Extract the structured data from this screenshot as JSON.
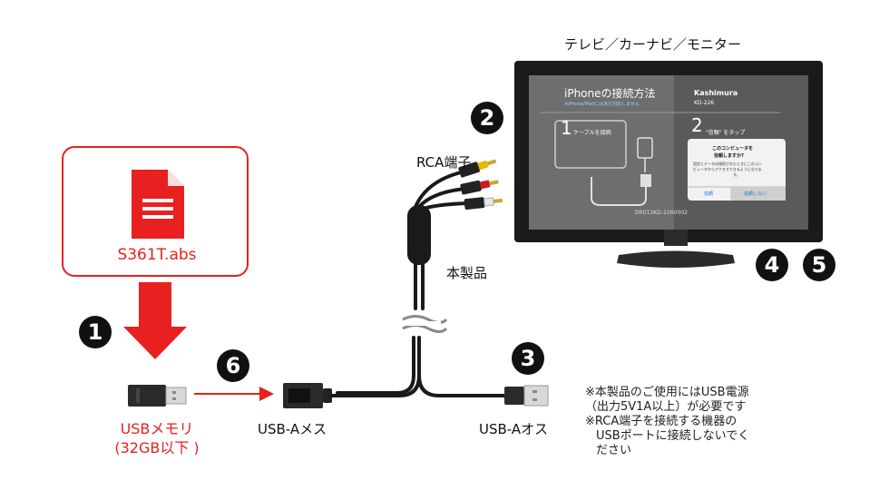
{
  "file": {
    "name": "S361T.abs",
    "icon": "document-icon"
  },
  "usb_memory": {
    "line1": "USBメモリ",
    "line2": "(32GB以下 )"
  },
  "labels": {
    "usb_a_female": "USB-Aメス",
    "usb_a_male": "USB-Aオス",
    "rca": "RCA端子",
    "product": "本製品",
    "tv_title": "テレビ／カーナビ／モニター"
  },
  "steps": {
    "s1": "1",
    "s2": "2",
    "s3": "3",
    "s4": "4",
    "s5": "5",
    "s6": "6"
  },
  "notes": [
    "※本製品のご使用にはUSB電源",
    "（出力5V1A以上）が必要です",
    "※RCA端子を接続する機器の",
    "USBポートに接続しないでく",
    "ださい"
  ],
  "screen": {
    "title": "iPhoneの接続方法",
    "subtitle": "※iPhone/iPadには未だ対応しません",
    "brand": "Kashimura",
    "model": "KD-226",
    "step1_num": "1",
    "step1_text": "ケーブルを接続",
    "step2_num": "2",
    "step2_text": "\"信頼\" をタップ",
    "dialog_title1": "このコンピュータを",
    "dialog_title2": "信頼しますか?",
    "dialog_body1": "設定とデータは接続されたときにこのコン",
    "dialog_body2": "ピュータからアクセスできるようになりま",
    "dialog_body3": "す。",
    "trust": "信頼",
    "dont_trust": "信頼しない",
    "footer": "DR013KD-226V002"
  },
  "colors": {
    "accent_red": "#e8201f",
    "black": "#111111"
  }
}
